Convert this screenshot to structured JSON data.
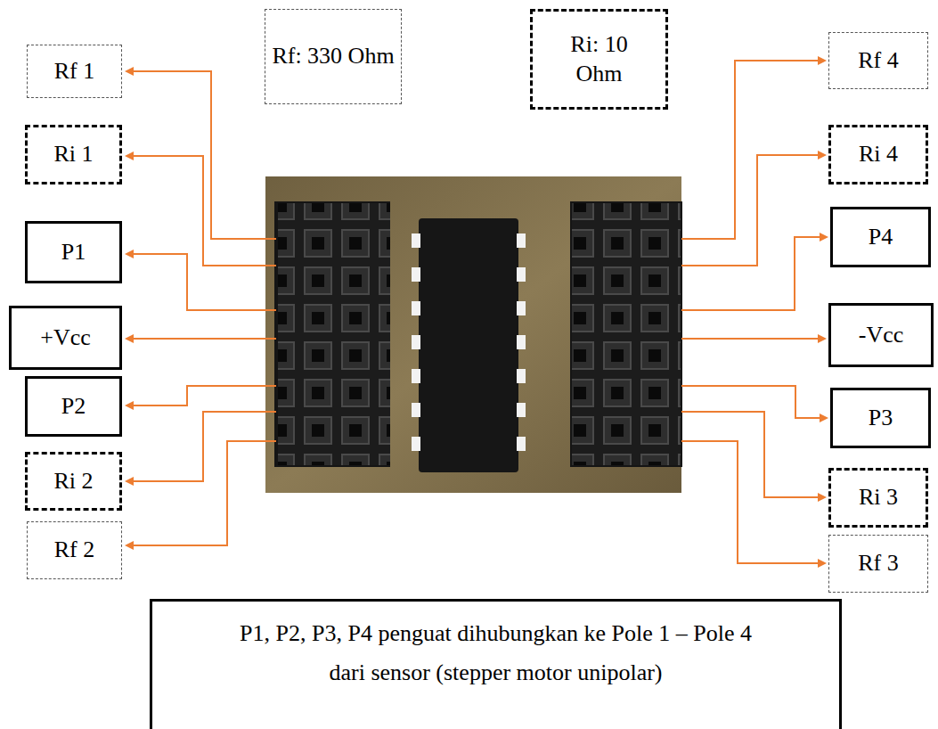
{
  "diagram": {
    "nodes": [
      {
        "text": [
          "Rf: 330 Ohm"
        ]
      },
      {
        "text": [
          "Ri: 10 Ohm"
        ]
      },
      {
        "text": [
          "Rf 1"
        ]
      },
      {
        "text": [
          "Ri 1"
        ]
      },
      {
        "text": [
          "P1"
        ]
      },
      {
        "text": [
          "+Vcc"
        ]
      },
      {
        "text": [
          "P2"
        ]
      },
      {
        "text": [
          "Ri 2"
        ]
      },
      {
        "text": [
          "Rf 2"
        ]
      },
      {
        "text": [
          "Rf 4"
        ]
      },
      {
        "text": [
          "Ri 4"
        ]
      },
      {
        "text": [
          "P4"
        ]
      },
      {
        "text": [
          "-Vcc"
        ]
      },
      {
        "text": [
          "P3"
        ]
      },
      {
        "text": [
          "Ri 3"
        ]
      },
      {
        "text": [
          "Rf 3"
        ]
      },
      {
        "text": [
          "P1, P2, P3, P4 penguat dihubungkan ke Pole 1 – Pole 4 dari sensor (stepper motor unipolar)"
        ]
      }
    ],
    "edges": []
  }
}
